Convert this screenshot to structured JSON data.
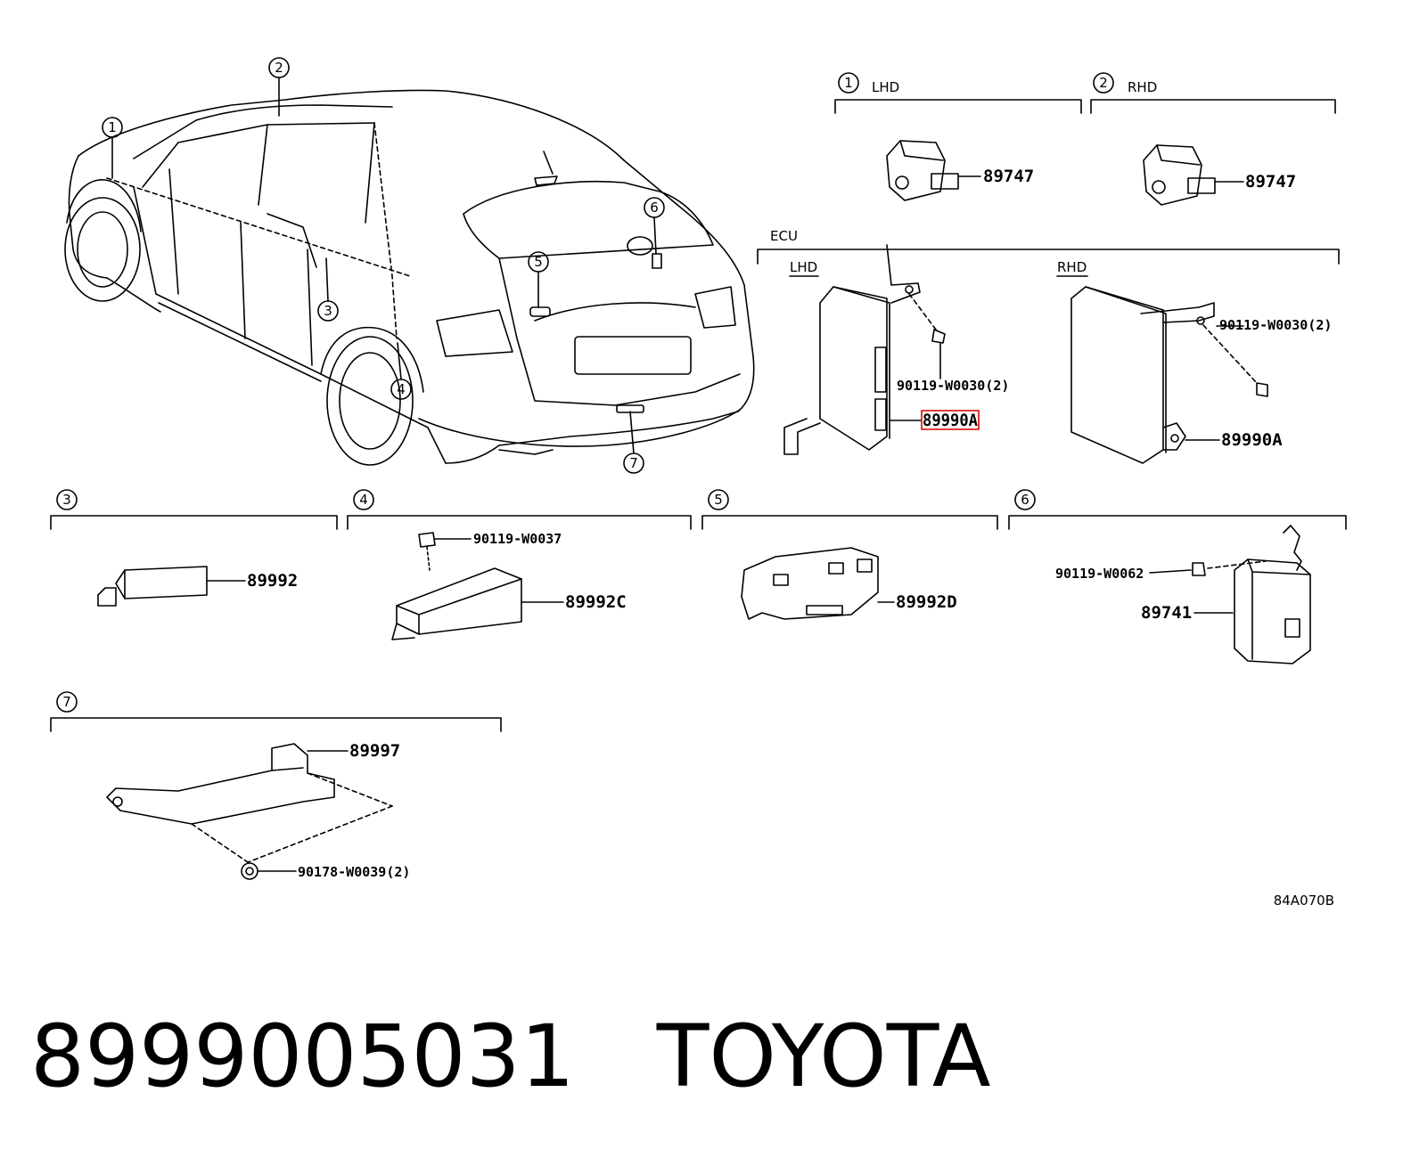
{
  "callouts": {
    "c1": "1",
    "c2": "2",
    "c3": "3",
    "c4": "4",
    "c5": "5",
    "c6": "6",
    "c7": "7"
  },
  "sections": {
    "lhd": "LHD",
    "rhd": "RHD",
    "ecu": "ECU",
    "ecu_lhd": "LHD",
    "ecu_rhd": "RHD"
  },
  "parts": {
    "p89747_lhd": "89747",
    "p89747_rhd": "89747",
    "p89990a_lhd": "89990A",
    "p89990a_rhd": "89990A",
    "p90119_w0030_lhd": "90119-W0030(2)",
    "p90119_w0030_rhd": "90119-W0030(2)",
    "p89992": "89992",
    "p90119_w0037": "90119-W0037",
    "p89992c": "89992C",
    "p89992d": "89992D",
    "p90119_w0062": "90119-W0062",
    "p89741": "89741",
    "p89997": "89997",
    "p90178_w0039": "90178-W0039(2)"
  },
  "highlight": {
    "part": "89990A",
    "color": "#e02020"
  },
  "drawing_code": "84A070B",
  "footer": {
    "part_number": "8999005031",
    "brand": "TOYOTA"
  }
}
